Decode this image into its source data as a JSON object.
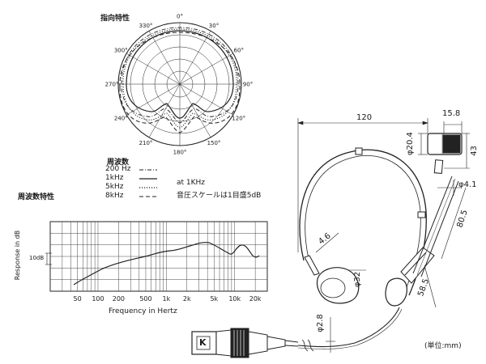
{
  "polar": {
    "title": "指向特性",
    "angles": [
      "0°",
      "30°",
      "60°",
      "90°",
      "120°",
      "150°",
      "180°",
      "210°",
      "240°",
      "270°",
      "300°",
      "330°"
    ]
  },
  "frequency": {
    "title": "周波数特性",
    "ylabel": "Response in dB",
    "xlabel": "Frequency in Hertz",
    "scale_label": "10dB",
    "ticks": [
      "50",
      "100",
      "200",
      "500",
      "1k",
      "2k",
      "5k",
      "10k",
      "20k"
    ]
  },
  "legend": {
    "title": "周波数",
    "items": [
      "200  Hz",
      "1kHz",
      "5kHz",
      "8kHz"
    ],
    "note_at": "at  1KHz",
    "note_scale": "音圧スケールは1目盛5dB"
  },
  "dimensions": {
    "width_120": "120",
    "mic_15_8": "15.8",
    "mic_dia_20_4": "φ20.4",
    "mic_43": "43",
    "arm_dia_4_1": "φ4.1",
    "arm_80_5": "80.5",
    "pad_4_6": "4.6",
    "pad_dia_32": "φ32",
    "arm_58_5": "58.5",
    "cable_dia_2_8": "φ2.8"
  },
  "unit_note": "(単位:mm)",
  "connector_logo": "K"
}
